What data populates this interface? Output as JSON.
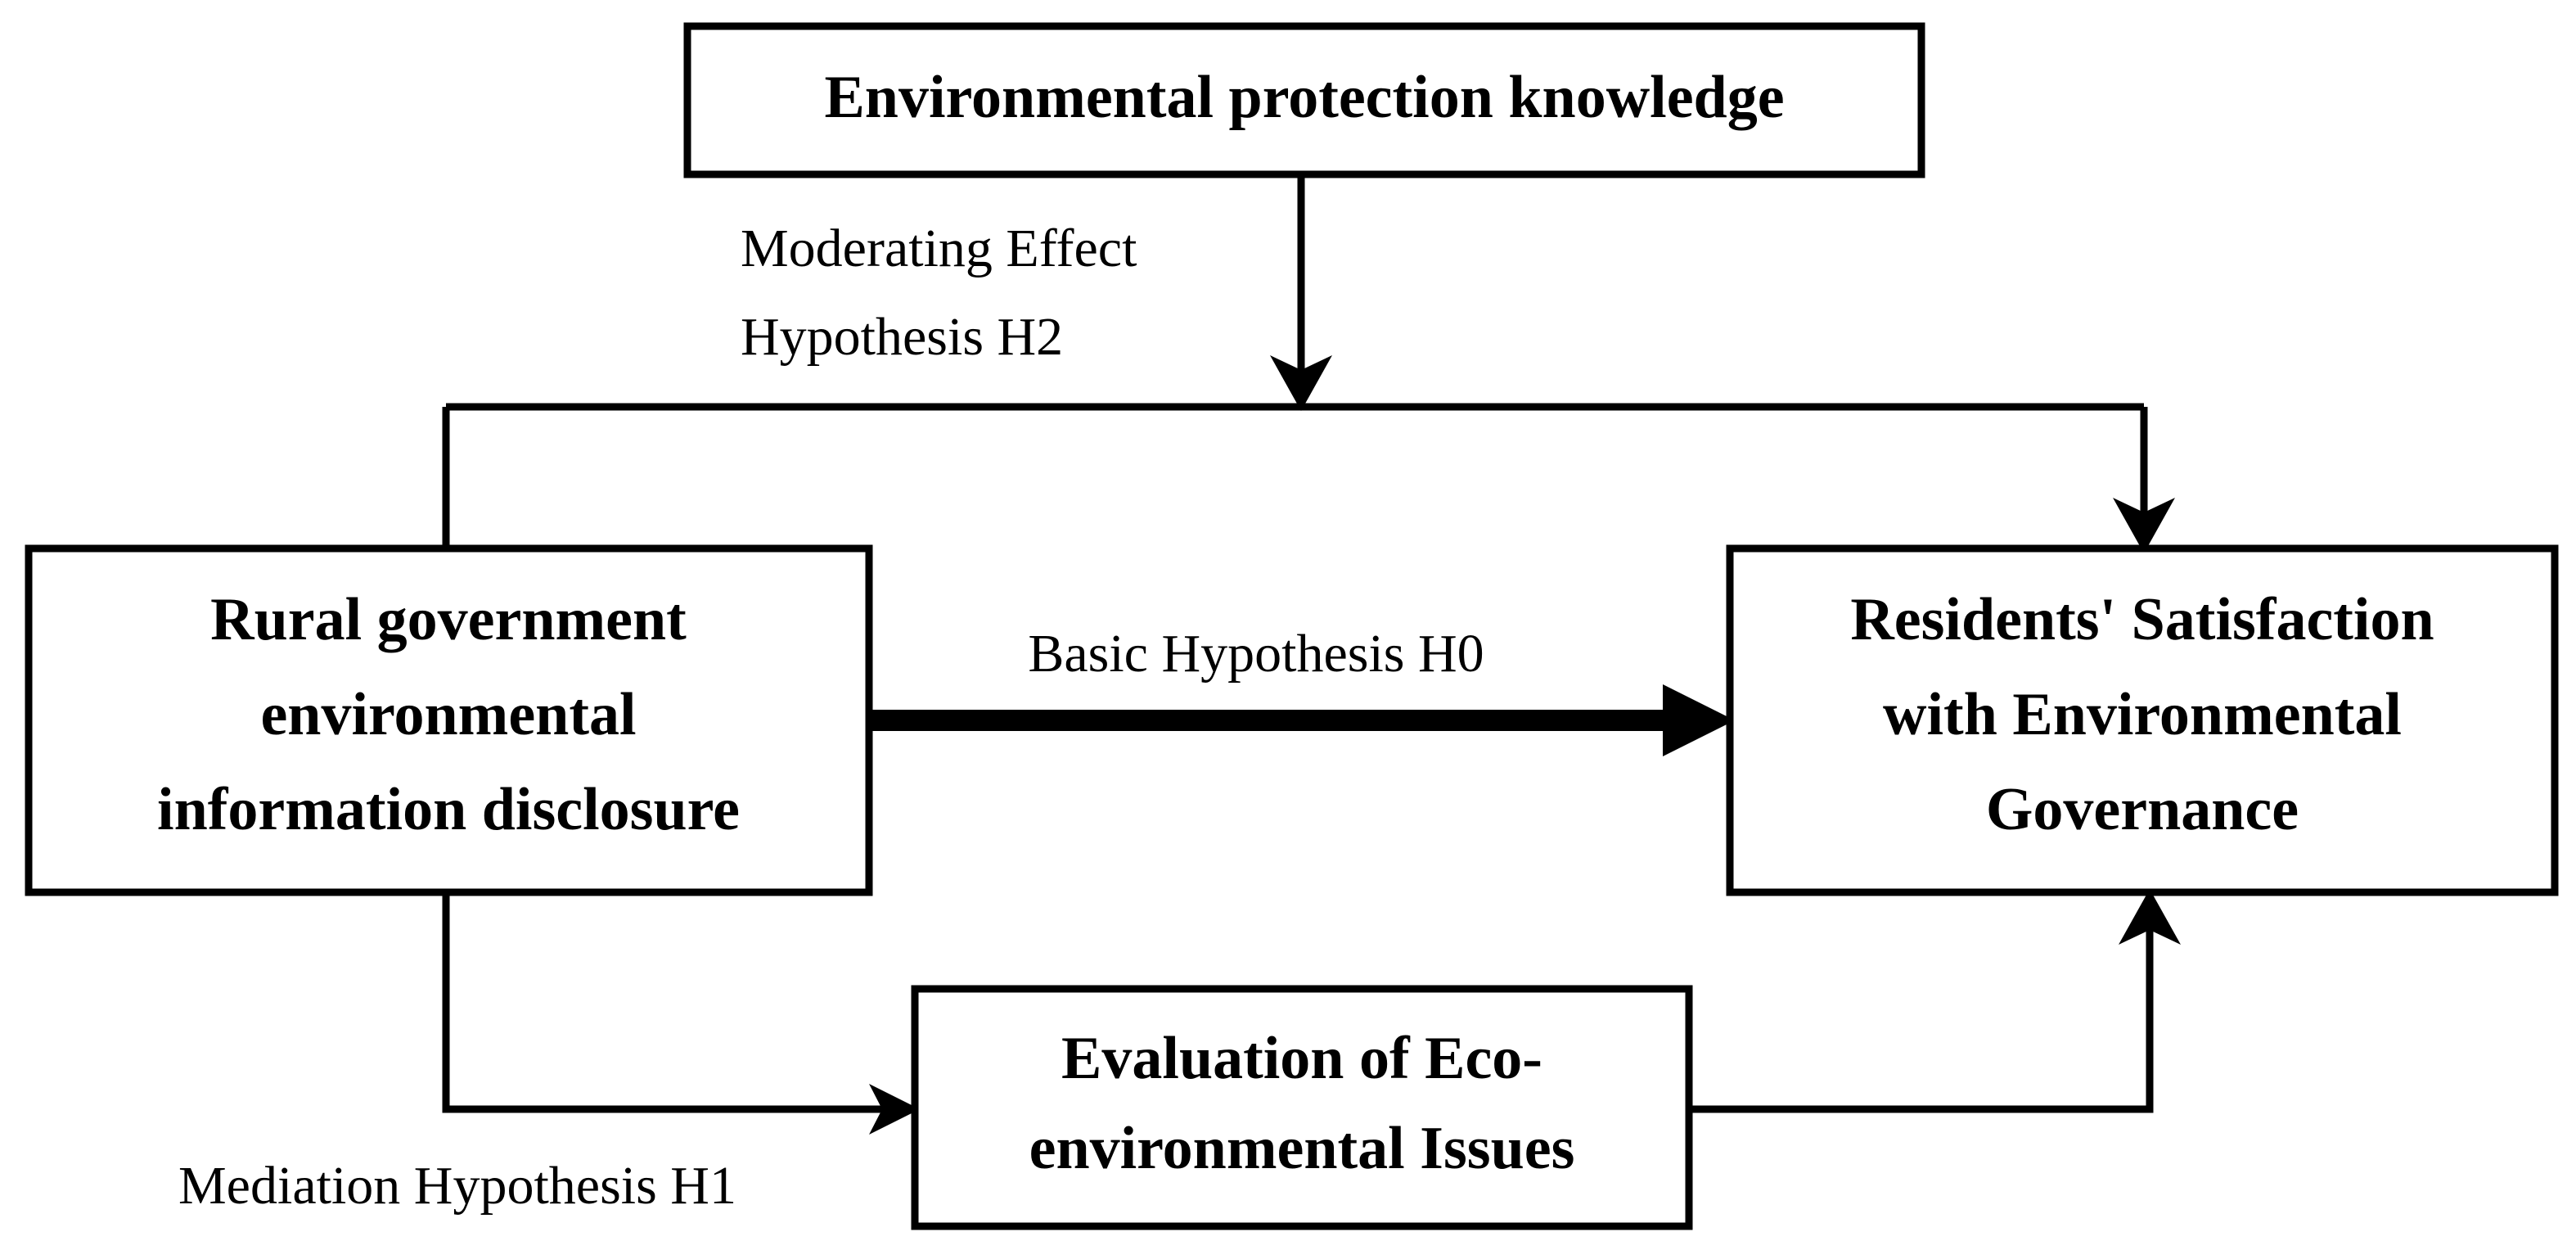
{
  "diagram": {
    "type": "conceptual-framework-flowchart",
    "background_color": "#ffffff",
    "line_color": "#000000",
    "nodes": [
      {
        "id": "moderator",
        "name": "environmental-protection-knowledge-box",
        "label": "Environmental protection knowledge",
        "lines": [
          "Environmental protection knowledge"
        ],
        "role": "moderator",
        "bold": true
      },
      {
        "id": "independent",
        "name": "rural-government-disclosure-box",
        "label": "Rural government environmental information disclosure",
        "lines": [
          "Rural government",
          "environmental",
          "information disclosure"
        ],
        "role": "independent-variable",
        "bold": true
      },
      {
        "id": "dependent",
        "name": "residents-satisfaction-box",
        "label": "Residents' Satisfaction with Environmental Governance",
        "lines": [
          "Residents' Satisfaction",
          "with Environmental",
          "Governance"
        ],
        "role": "dependent-variable",
        "bold": true
      },
      {
        "id": "mediator",
        "name": "eco-environmental-issues-box",
        "label": "Evaluation of Eco-environmental Issues",
        "lines": [
          "Evaluation of Eco-",
          "environmental Issues"
        ],
        "role": "mediator",
        "bold": true
      }
    ],
    "edges": [
      {
        "id": "h2",
        "name": "moderating-effect-edge",
        "from": "moderator",
        "to": "independent-to-dependent-path",
        "label_lines": [
          "Moderating Effect",
          "Hypothesis H2"
        ],
        "label": "Moderating Effect Hypothesis H2",
        "hypothesis": "H2",
        "style": "thin-arrow",
        "bold": false
      },
      {
        "id": "h0",
        "name": "basic-hypothesis-edge",
        "from": "independent",
        "to": "dependent",
        "label_lines": [
          "Basic Hypothesis H0"
        ],
        "label": "Basic Hypothesis H0",
        "hypothesis": "H0",
        "style": "thick-arrow",
        "bold": false
      },
      {
        "id": "h1a",
        "name": "mediation-hypothesis-edge",
        "from": "independent",
        "to": "mediator",
        "label_lines": [
          "Mediation Hypothesis H1"
        ],
        "label": "Mediation Hypothesis H1",
        "hypothesis": "H1",
        "style": "thin-arrow",
        "bold": false
      },
      {
        "id": "h1b",
        "name": "mediator-to-dependent-edge",
        "from": "mediator",
        "to": "dependent",
        "label_lines": [],
        "label": "",
        "hypothesis": "H1",
        "style": "thin-arrow",
        "bold": false
      }
    ]
  }
}
